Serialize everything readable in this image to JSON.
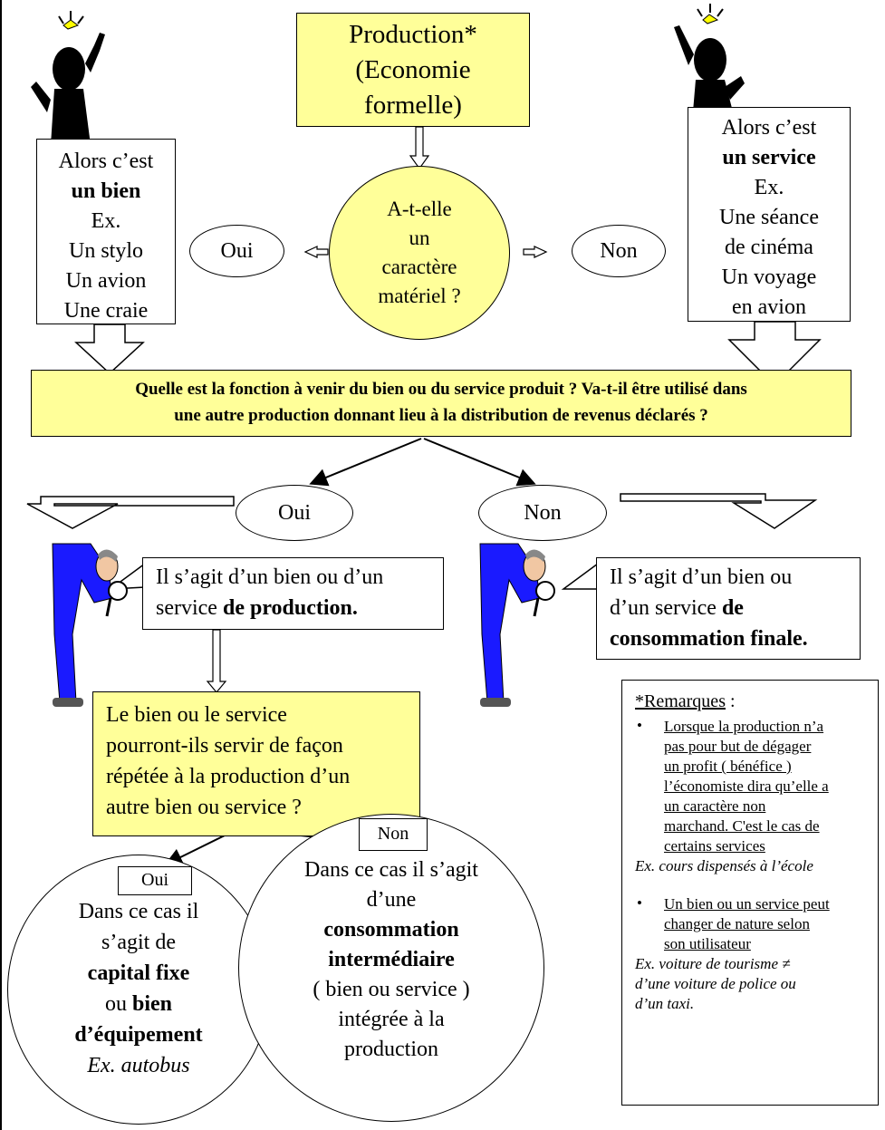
{
  "production_box": {
    "lines": [
      "Production*",
      "(Economie",
      "formelle)"
    ]
  },
  "question_material": {
    "lines": [
      "A-t-elle",
      "un",
      "caractère",
      "matériel ?"
    ]
  },
  "oui_top": "Oui",
  "non_top": "Non",
  "bien_box": {
    "line1": "Alors c’est",
    "line2": "un bien",
    "line3": "Ex.",
    "line4": "Un stylo",
    "line5": "Un avion",
    "line6": "Une craie"
  },
  "service_box": {
    "line1": "Alors c’est",
    "line2": "un service",
    "line3": "Ex.",
    "line4": "Une séance",
    "line5": "de cinéma",
    "line6": "Un voyage",
    "line7": "en avion"
  },
  "function_question": {
    "line1": "Quelle est la fonction à venir du bien ou du service produit ? Va-t-il être utilisé dans",
    "line2": "une autre production donnant lieu à la distribution de revenus déclarés ?"
  },
  "oui_mid": "Oui",
  "non_mid": "Non",
  "production_callout": {
    "line1": "Il s’agit d’un bien ou d’un",
    "line2_plain": "service ",
    "line2_bold": "de production."
  },
  "consommation_callout": {
    "line1": "Il s’agit d’un bien ou",
    "line2_plain": "d’un service ",
    "line2_bold": "de",
    "line3": "consommation finale."
  },
  "repeat_question": {
    "lines": [
      "Le bien ou le service",
      "pourront-ils servir de façon",
      "répétée à la production d’un",
      "autre bien ou service ?"
    ]
  },
  "oui_bottom": "Oui",
  "non_bottom": "Non",
  "capital_circle": {
    "line1": "Dans ce cas il",
    "line2": "s’agit de",
    "line3": "capital fixe",
    "line4_plain": "ou ",
    "line4_bold": "bien",
    "line5": "d’équipement",
    "line6": "Ex. autobus"
  },
  "intermediate_circle": {
    "line1": "Dans ce cas il s’agit",
    "line2": "d’une",
    "line3": "consommation",
    "line4": "intermédiaire",
    "line5": "( bien ou service )",
    "line6": "intégrée à la",
    "line7": "production"
  },
  "remarks": {
    "title": "*Remarques",
    "title_suffix": " :",
    "item1": [
      "Lorsque la production n’a",
      "pas pour but de dégager",
      "un profit ( bénéfice )",
      "l’économiste dira qu’elle a",
      "un caractère non",
      "marchand. C'est le cas de",
      "certains services"
    ],
    "example1": "Ex. cours dispensés à l’école",
    "item2": [
      "Un bien ou un service peut",
      "changer de nature selon",
      "son utilisateur"
    ],
    "example2": [
      "Ex. voiture de tourisme ≠",
      "d’une  voiture de police ou",
      "d’un taxi."
    ]
  },
  "colors": {
    "box_yellow": "#ffff99",
    "figure_black": "#000000",
    "figure_blue": "#1a1aff",
    "bulb_yellow": "#ffff00"
  },
  "icons": [
    "thinking-figure-icon",
    "inspector-figure-icon",
    "outline-arrow-icon"
  ]
}
